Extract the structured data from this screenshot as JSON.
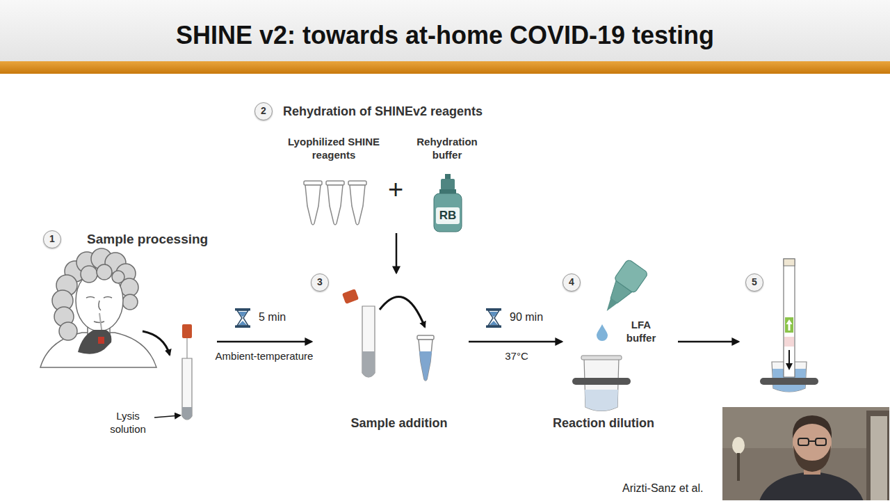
{
  "diagram": {
    "title": "SHINE v2: towards at-home COVID-19 testing",
    "nodes": [
      {
        "text": [
          "1",
          "Sample processing",
          "Lysis solution"
        ]
      },
      {
        "text": [
          "2",
          "Rehydration of SHINEv2 reagents",
          "Lyophilized SHINE reagents",
          "Rehydration buffer"
        ]
      },
      {
        "text": [
          "RB"
        ],
        "in": 1
      },
      {
        "text": [
          "3",
          "Sample addition"
        ]
      },
      {
        "text": [
          "4",
          "Reaction dilution",
          "LFA buffer"
        ]
      },
      {
        "text": [
          "5"
        ]
      }
    ],
    "edges": [
      {
        "from": 0,
        "to": 3,
        "label": "5 min",
        "arrow": "to"
      },
      {
        "from": 1,
        "to": 3,
        "arrow": "to"
      },
      {
        "from": 3,
        "to": 4,
        "label": "90 min",
        "arrow": "to"
      },
      {
        "from": 4,
        "to": 5,
        "arrow": "to"
      }
    ],
    "labels": [
      "Ambient-temperature",
      "37°C",
      "+",
      "Arizti-Sanz et al."
    ]
  }
}
